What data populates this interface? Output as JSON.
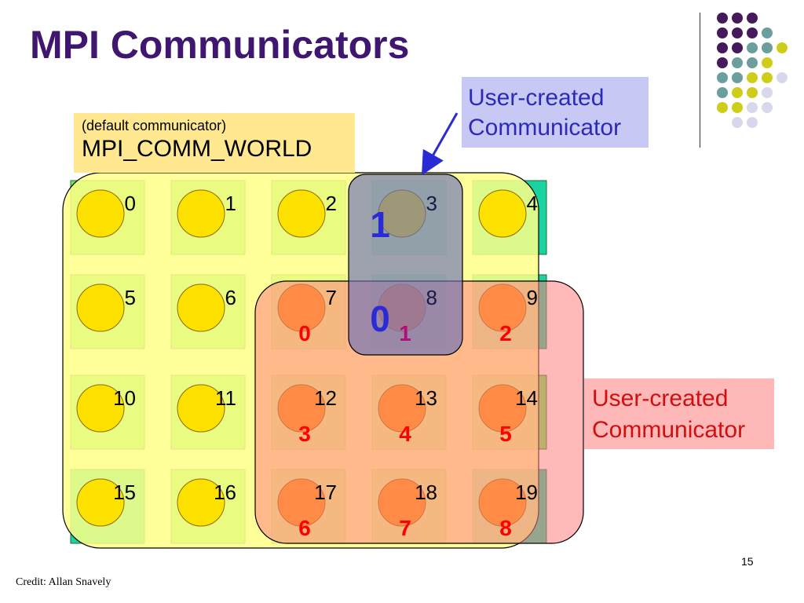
{
  "slide": {
    "title": "MPI Communicators",
    "page_number": "15",
    "credit": "Credit: Allan Snavely"
  },
  "labels": {
    "world_small": "(default communicator)",
    "world_big": "MPI_COMM_WORLD",
    "user1_line1": "User-created",
    "user1_line2": "Communicator",
    "user2_line1": "User-created",
    "user2_line2": "Communicator"
  },
  "grid": {
    "rows": [
      [
        "0",
        "1",
        "2",
        "3",
        "4"
      ],
      [
        "5",
        "6",
        "7",
        "8",
        "9"
      ],
      [
        "10",
        "11",
        "12",
        "13",
        "14"
      ],
      [
        "15",
        "16",
        "17",
        "18",
        "19"
      ]
    ]
  },
  "communicator_blue": {
    "ranks": [
      {
        "process": "3",
        "rank": "1"
      },
      {
        "process": "8",
        "rank": "0"
      }
    ]
  },
  "communicator_red": {
    "ranks": [
      {
        "process": "7",
        "rank": "0"
      },
      {
        "process": "8",
        "rank": "1"
      },
      {
        "process": "9",
        "rank": "2"
      },
      {
        "process": "12",
        "rank": "3"
      },
      {
        "process": "13",
        "rank": "4"
      },
      {
        "process": "14",
        "rank": "5"
      },
      {
        "process": "17",
        "rank": "6"
      },
      {
        "process": "18",
        "rank": "7"
      },
      {
        "process": "19",
        "rank": "8"
      }
    ]
  },
  "colors": {
    "title": "#3f1770",
    "square_green": "#6ee85a",
    "square_teal": "#19d3a0",
    "circle_yellow": "#ffe100",
    "circle_orange": "#ff9a00",
    "world_fill": "#ffff88",
    "red_comm_fill": "#ff8080",
    "blue_comm_fill": "#6a70b8",
    "rank_red": "#ff0000",
    "rank_blue": "#2b2bd6",
    "rank_purple": "#b0107a",
    "arrow": "#2b2bd6",
    "dot_purple": "#46185c",
    "dot_teal": "#6c9e9e",
    "dot_yellow": "#cdcd1a",
    "dot_lavender": "#d8d8ec"
  }
}
